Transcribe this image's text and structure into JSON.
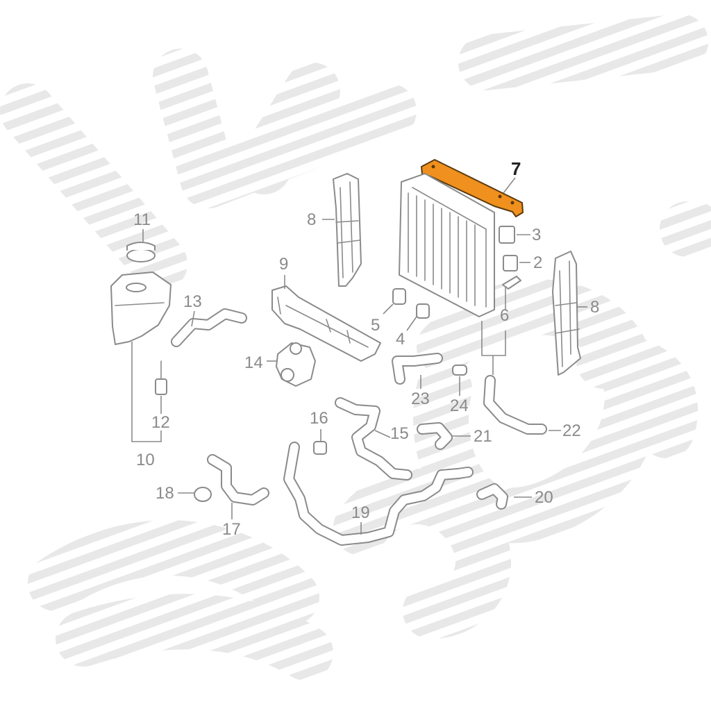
{
  "colors": {
    "line": "#8a8a8a",
    "highlight_fill": "#f0901e",
    "watermark": "#e8e8e8",
    "background": "#ffffff"
  },
  "callouts": {
    "c1": "7",
    "c2": "3",
    "c3": "2",
    "c4": "6",
    "c5": "8",
    "c6": "8",
    "c7": "9",
    "c8": "5",
    "c9": "4",
    "c10": "11",
    "c11": "13",
    "c12": "14",
    "c13": "12",
    "c14": "10",
    "c15": "23",
    "c16": "24",
    "c17": "16",
    "c18": "15",
    "c19": "21",
    "c20": "22",
    "c21": "18",
    "c22": "17",
    "c23": "19",
    "c24": "20"
  },
  "highlighted_part": "7"
}
